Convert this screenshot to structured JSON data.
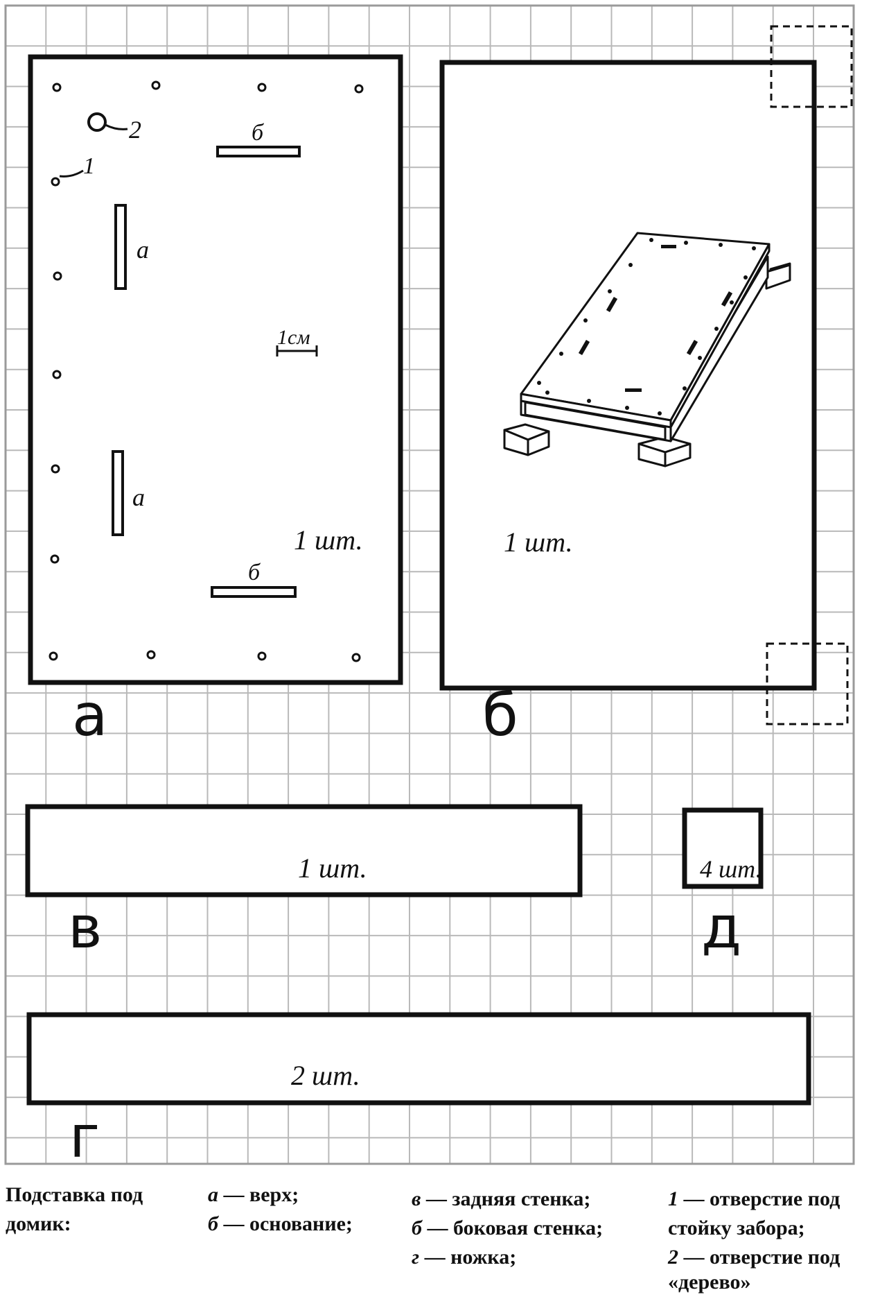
{
  "parts": {
    "a": {
      "letter": "а",
      "count": "1 шт.",
      "holes": {
        "fence_post_num": "1",
        "tree_num": "2"
      },
      "slots": {
        "front": "а",
        "side": "б"
      },
      "scale": "1см"
    },
    "b": {
      "letter": "б",
      "count": "1 шт."
    },
    "v": {
      "letter": "в",
      "count": "1 шт."
    },
    "d": {
      "letter": "д",
      "count": "4 шт."
    },
    "g": {
      "letter": "г",
      "count": "2 шт."
    }
  },
  "caption": {
    "title": "Подставка под домик:",
    "col1": [
      {
        "key": "а",
        "text": " — верх;"
      },
      {
        "key": "б",
        "text": " — основание;"
      }
    ],
    "col2": [
      {
        "key": "в",
        "text": " — задняя стенка;"
      },
      {
        "key": "б",
        "text": " — боковая стенка;"
      },
      {
        "key": "г",
        "text": " — ножка;"
      }
    ],
    "col3": [
      {
        "key": "1",
        "text": " — отверстие под"
      },
      {
        "key": "",
        "text": "стойку забора;"
      },
      {
        "key": "2",
        "text": " — отверстие под"
      },
      {
        "key": "",
        "text": "«дерево»"
      }
    ]
  },
  "colors": {
    "grid": "#b9b9b9",
    "ink": "#111111",
    "paper": "#ffffff"
  }
}
